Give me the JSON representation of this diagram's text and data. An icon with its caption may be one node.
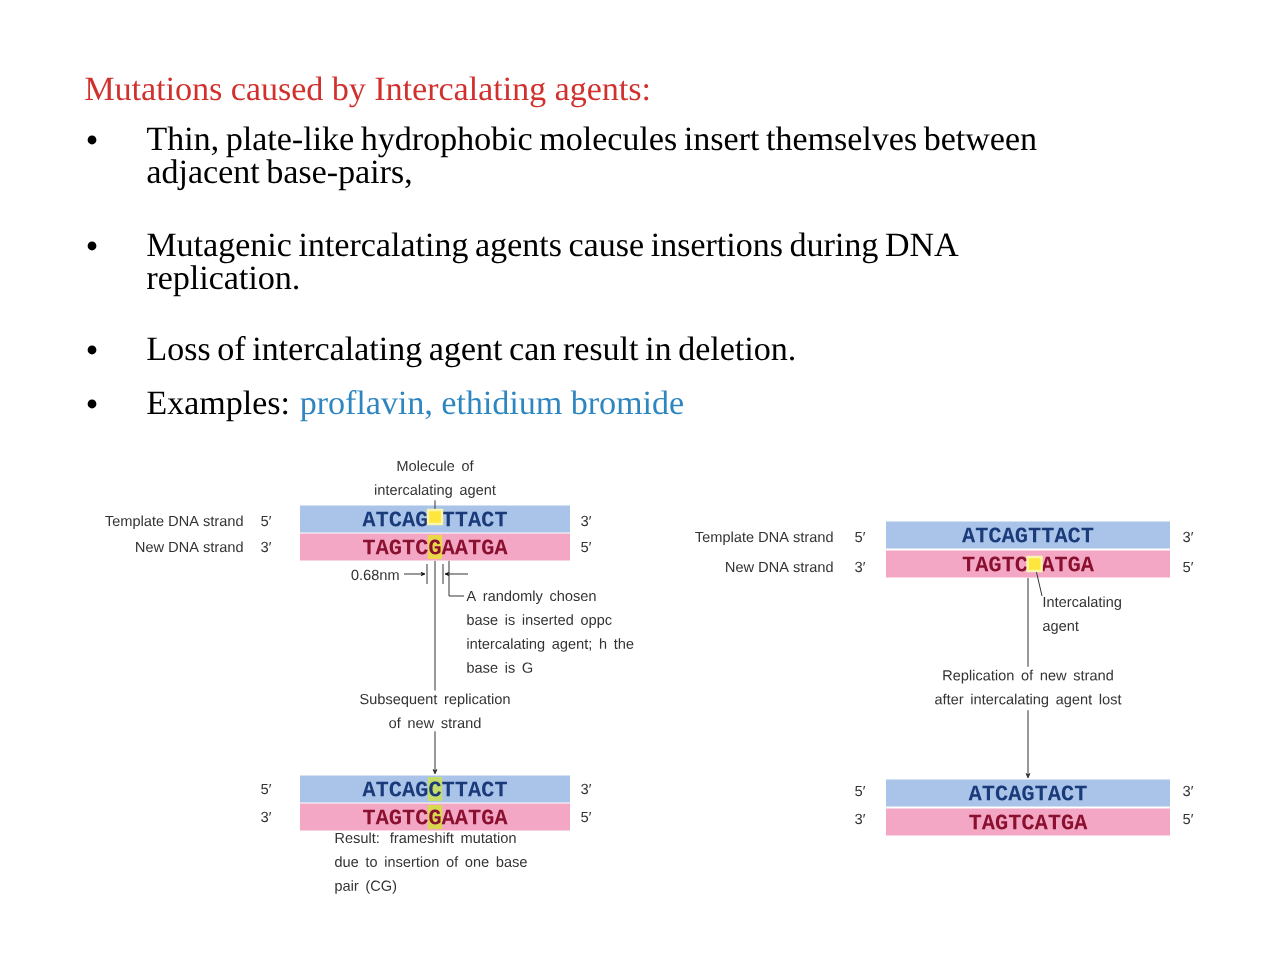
{
  "diagram": {
    "title": "Mutations caused by Intercalating agents:",
    "nodes": [
      {
        "text": [
          "ATCAG",
          "TTACT"
        ]
      },
      {
        "text": [
          "TAGTCGAATGA"
        ]
      },
      {
        "text": [
          "Molecule of intercalating agent"
        ]
      },
      {
        "text": [],
        "shape": "box",
        "in": 0
      },
      {
        "text": [
          "A randomly chosen base is inserted oppc intercalating agent; h the base is G"
        ]
      },
      {
        "text": [
          "ATCAGCTTACT"
        ]
      },
      {
        "text": [
          "TAGTCGAATGA"
        ]
      },
      {
        "text": [
          "ATCAGTTACT"
        ]
      },
      {
        "text": [
          "TAGTC",
          "ATGA"
        ]
      },
      {
        "text": [],
        "shape": "box",
        "in": 8
      },
      {
        "text": [
          "Intercalating agent"
        ]
      },
      {
        "text": [
          "ATCAGTACT"
        ]
      },
      {
        "text": [
          "TAGTCATGA"
        ]
      }
    ],
    "edges": [
      {
        "from": 2,
        "to": 3,
        "arrow": "none"
      },
      {
        "from": 4,
        "to": 1,
        "arrow": "none"
      },
      {
        "from": 1,
        "to": 5,
        "arrow": "to",
        "label": "Subsequent replication of new strand"
      },
      {
        "from": 10,
        "to": 9,
        "arrow": "none"
      },
      {
        "from": 8,
        "to": 11,
        "arrow": "to",
        "label": "Replication of new strand after intercalating agent lost"
      }
    ],
    "labels": [
      "Thin, plate-like hydrophobic molecules insert themselves between adjacent base-pairs,",
      "Mutagenic intercalating agents cause insertions during DNA replication.",
      "Loss of intercalating agent can result in deletion.",
      "Examples:",
      "proflavin, ethidium bromide",
      "Template DNA strand",
      "5′",
      "3′",
      "New DNA strand",
      "3′",
      "5′",
      "0.68nm",
      "5′",
      "3′",
      "3′",
      "5′",
      "Result: frameshift mutation due to insertion of one base pair (CG)",
      "Template DNA strand",
      "5′",
      "3′",
      "New DNA strand",
      "3′",
      "5′",
      "5′",
      "3′",
      "3′",
      "5′"
    ]
  }
}
